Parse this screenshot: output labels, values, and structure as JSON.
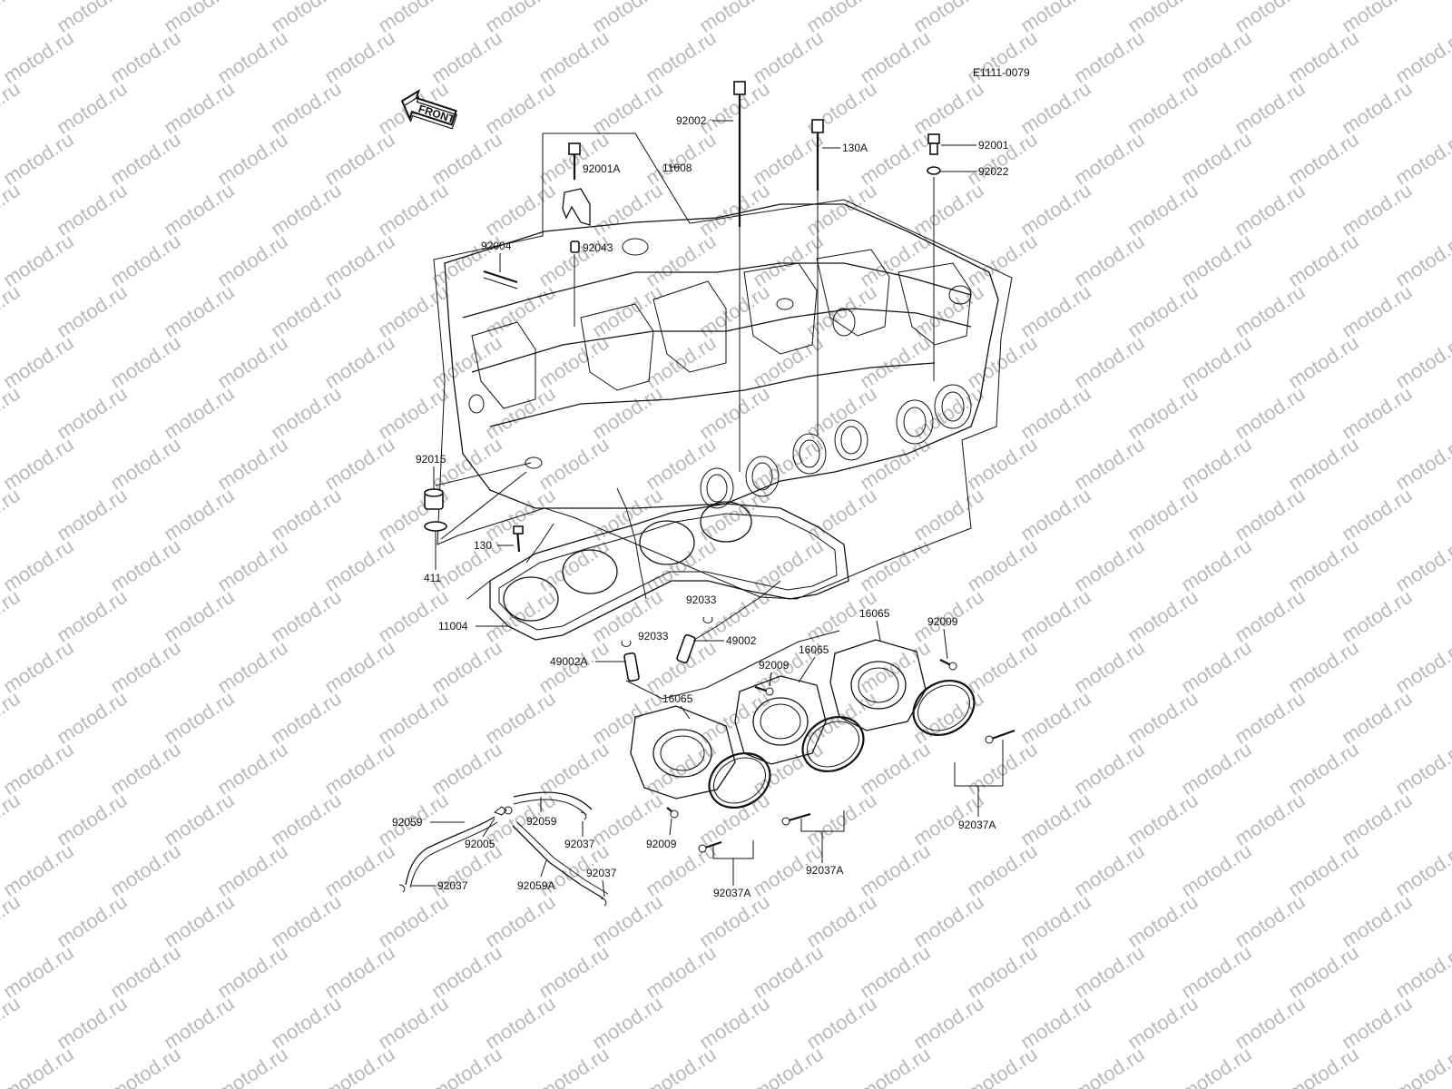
{
  "diagram": {
    "code": "E1111-0079",
    "front_tag": "FRONT",
    "watermark_text": "motod.ru",
    "colors": {
      "ink": "#111111",
      "watermark": "#b9b9b9",
      "background": "#ffffff"
    },
    "part_labels": {
      "p92002": "92002",
      "p130A": "130A",
      "p92001": "92001",
      "p92022": "92022",
      "p92001A": "92001A",
      "p11008": "11008",
      "p92004": "92004",
      "p92043": "92043",
      "p92015": "92015",
      "p130": "130",
      "p411": "411",
      "p11004": "11004",
      "p92033_top": "92033",
      "p92033_left": "92033",
      "p49002": "49002",
      "p49002A": "49002A",
      "p16065_left": "16065",
      "p16065_mid": "16065",
      "p16065_right": "16065",
      "p92009_mid": "92009",
      "p92009_right": "92009",
      "p92009_bottom": "92009",
      "p92037A_left": "92037A",
      "p92037A_mid": "92037A",
      "p92037A_right": "92037A",
      "p92059_left": "92059",
      "p92059_mid": "92059",
      "p92005": "92005",
      "p92037_a": "92037",
      "p92037_b": "92037",
      "p92037_c": "92037",
      "p92059A": "92059A"
    }
  }
}
